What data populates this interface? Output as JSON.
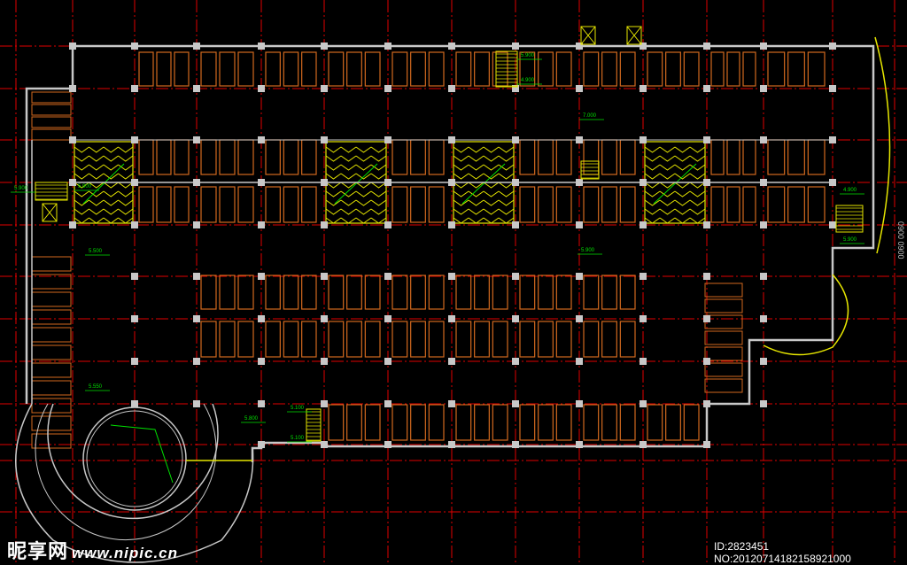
{
  "drawing": {
    "type": "underground parking floor plan",
    "colors": {
      "background": "#000000",
      "grid": "#e00000",
      "walls": "#c8c8c8",
      "parking": "#d2691e",
      "ramps": "#e6e600",
      "annotation": "#00e000"
    },
    "elevation_labels": [
      "7.000",
      "5.900",
      "5.900",
      "5.900",
      "5.500",
      "5.550",
      "5.800",
      "5.100",
      "5.100",
      "5.900",
      "4.900",
      "4.900",
      "5.900"
    ],
    "side_dimension": "0900 0900"
  },
  "watermark": {
    "brand": "昵享网",
    "url": "www.nipic.cn"
  },
  "image_id": "ID:2823451 NO:20120714182158921000"
}
